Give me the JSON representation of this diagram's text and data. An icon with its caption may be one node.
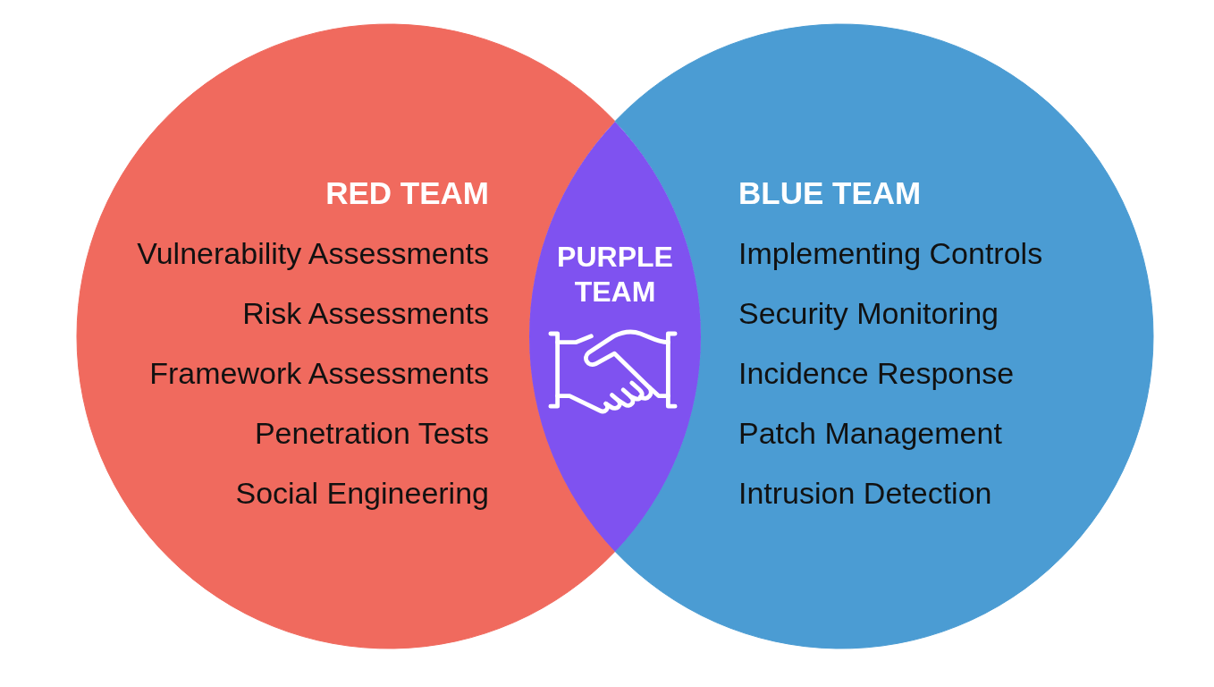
{
  "diagram": {
    "nodes": [
      {
        "text": [
          "RED TEAM",
          "Vulnerability Assessments",
          "Risk Assessments",
          "Framework Assessments",
          "Penetration Tests",
          "Social Engineering"
        ]
      },
      {
        "text": [
          "BLUE TEAM",
          "Implementing Controls",
          "Security Monitoring",
          "Incidence Response",
          "Patch Management",
          "Intrusion Detection"
        ]
      },
      {
        "text": [
          "PURPLE TEAM"
        ]
      }
    ]
  }
}
